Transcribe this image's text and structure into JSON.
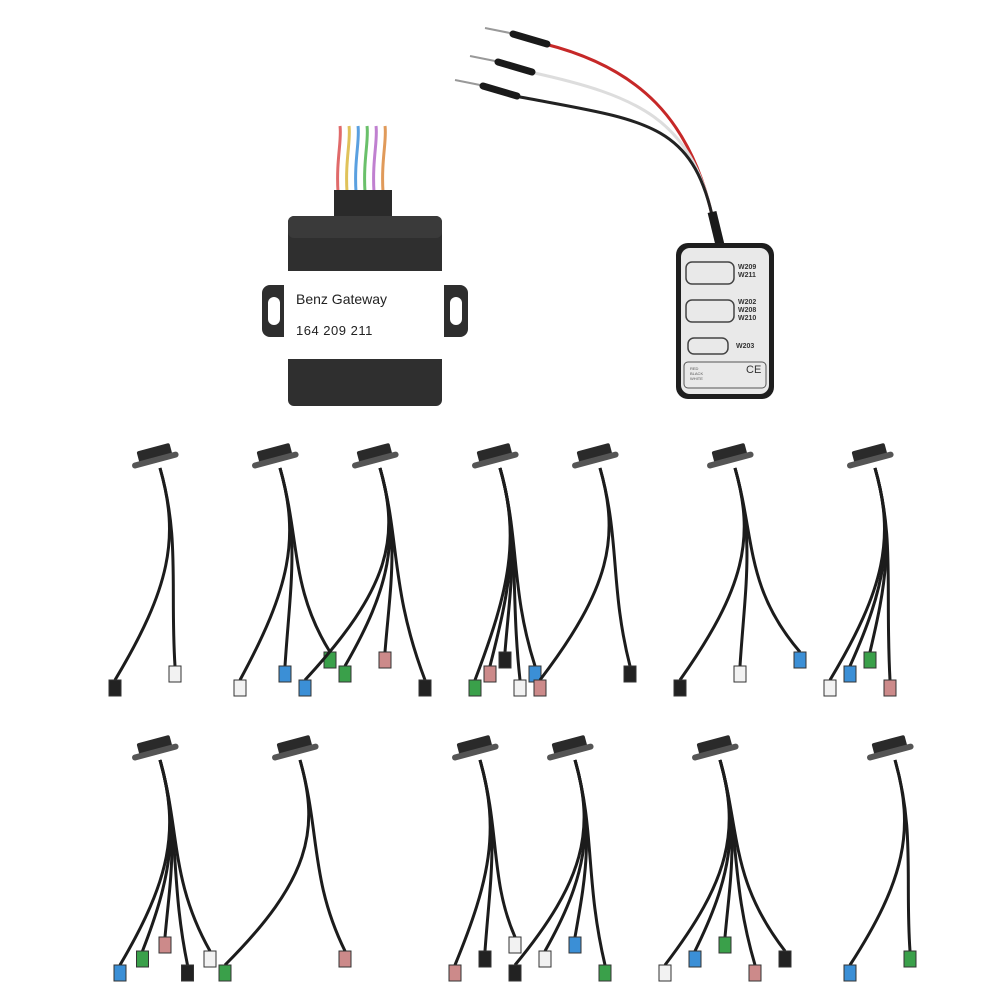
{
  "gateway": {
    "name": "Benz Gateway",
    "number": "164 209 211",
    "wire_colors": [
      "#e06a6a",
      "#e0c25a",
      "#5aa0e0",
      "#6ac06a",
      "#c080d0",
      "#e09a5a"
    ]
  },
  "adapter": {
    "models_top": [
      "W209",
      "W211"
    ],
    "models_mid": [
      "W202",
      "W208",
      "W210"
    ],
    "models_bottom": [
      "W203"
    ],
    "ce_mark": "CE",
    "legend": [
      "RED",
      "BLACK",
      "WHITE"
    ],
    "probe_wire_colors": [
      "#c62828",
      "#dddddd",
      "#222222"
    ]
  },
  "cables": {
    "row1_count": 7,
    "row2_count": 6,
    "connector_colors": [
      "#222222",
      "#f2f2f2",
      "#3b8fd6",
      "#3aa04a",
      "#cc8a8a"
    ]
  }
}
